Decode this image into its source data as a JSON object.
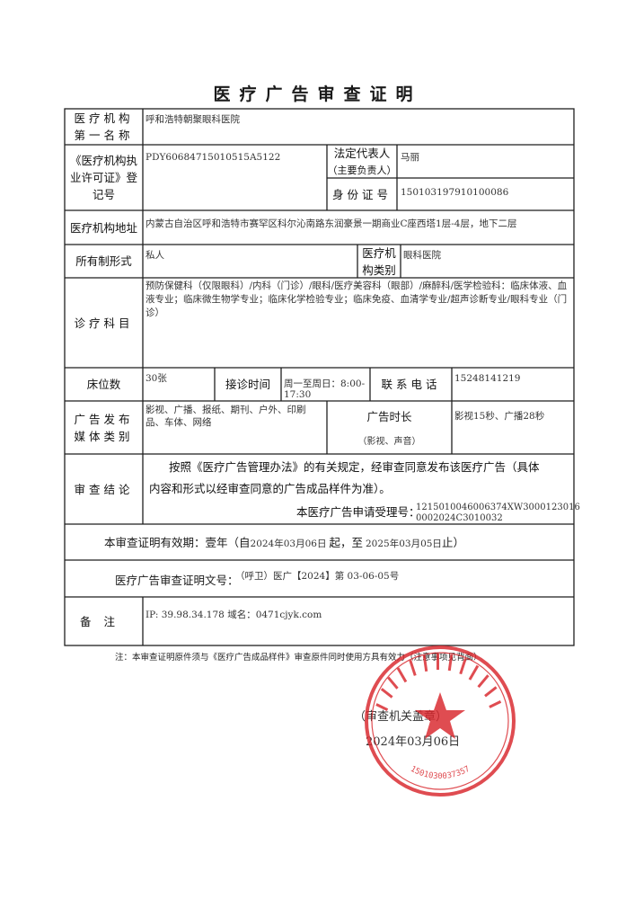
{
  "document": {
    "title": "医疗广告审查证明"
  },
  "form": {
    "institution_name": {
      "label_line1": "医疗机构",
      "label_line2": "第一名称",
      "value": "呼和浩特朝聚眼科医院"
    },
    "license": {
      "label_line1": "《医疗机构执",
      "label_line2": "业许可证》登",
      "label_line3": "记号",
      "value": "PDY60684715010515A5122"
    },
    "legal_rep": {
      "label_line1": "法定代表人",
      "label_line2": "（主要负责人）",
      "value": "马丽"
    },
    "id_number": {
      "label": "身份证号",
      "value": "150103197910100086"
    },
    "address": {
      "label": "医疗机构地址",
      "value": "内蒙古自治区呼和浩特市赛罕区科尔沁南路东润豪景一期商业C座西塔1层-4层，地下二层"
    },
    "ownership": {
      "label": "所有制形式",
      "value": "私人"
    },
    "category": {
      "label_line1": "医疗机",
      "label_line2": "构类别",
      "value": "眼科医院"
    },
    "departments": {
      "label": "诊疗科目",
      "value": "预防保健科（仅限眼科）/内科（门诊）/眼科/医疗美容科（眼部）/麻醉科/医学检验科：临床体液、血液专业；临床微生物学专业；临床化学检验专业；临床免疫、血清学专业/超声诊断专业/眼科专业（门诊）"
    },
    "beds": {
      "label": "床位数",
      "value": "30张"
    },
    "hours": {
      "label": "接诊时间",
      "value_line1": "周一至周日：8:00-",
      "value_line2": "17:30"
    },
    "phone": {
      "label": "联系电话",
      "value": "15248141219"
    },
    "media": {
      "label_line1": "广告发布",
      "label_line2": "媒体类别",
      "value": "影视、广播、报纸、期刊、户外、印刷品、车体、网络"
    },
    "duration": {
      "label": "广告时长",
      "sub": "（影视、声音）",
      "value": "影视15秒、广播28秒"
    },
    "conclusion": {
      "label": "审查结论",
      "line1": "按照《医疗广告管理办法》的有关规定，经审查同意发布该医疗广告（具体",
      "line2": "内容和形式以经审查同意的广告成品样件为准）。",
      "app_label": "本医疗广告申请受理号：",
      "app_number_line1": "1215010046006374XW3000123016",
      "app_number_line2": "0002024C3010032"
    },
    "validity": {
      "prefix": "本审查证明有效期：壹年（自",
      "start": "2024年03月06日",
      "middle": "起，至",
      "end": "2025年03月05日",
      "suffix": "止）"
    },
    "certificate_no": {
      "label": "医疗广告审查证明文号：",
      "value": "（呼卫）医广【2024】第 03-06-05号"
    },
    "remarks": {
      "label": "备注",
      "value": "IP: 39.98.34.178 域名：0471cjyk.com"
    }
  },
  "footnote": "注：本审查证明原件须与《医疗广告成品样件》审查原件同时使用方具有效力（注意事项见背面）",
  "seal": {
    "caption": "（审查机关盖章）",
    "date": "2024年03月06日",
    "serial": "1501030037357",
    "color": "#d9262c"
  }
}
